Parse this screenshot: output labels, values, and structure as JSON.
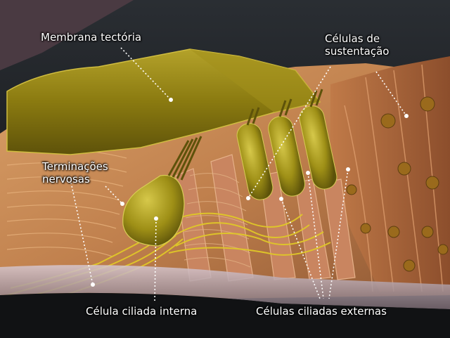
{
  "labels": {
    "membrana_tectoria": "Membrana tectória",
    "celulas_sustentacao_line1": "Células de",
    "celulas_sustentacao_line2": "sustentação",
    "terminacoes_line1": "Terminações",
    "terminacoes_line2": "nervosas",
    "celula_ciliada_interna": "Célula ciliada interna",
    "celulas_ciliadas_externas": "Células ciliadas externas"
  },
  "colors": {
    "background_dark": "#1a1c1f",
    "tectorial_membrane": "#8a7a10",
    "tissue": "#c98a55",
    "hair_cell": "#a89a1a",
    "nerve_fibers": "#d8c020",
    "label_text": "#ffffff"
  }
}
